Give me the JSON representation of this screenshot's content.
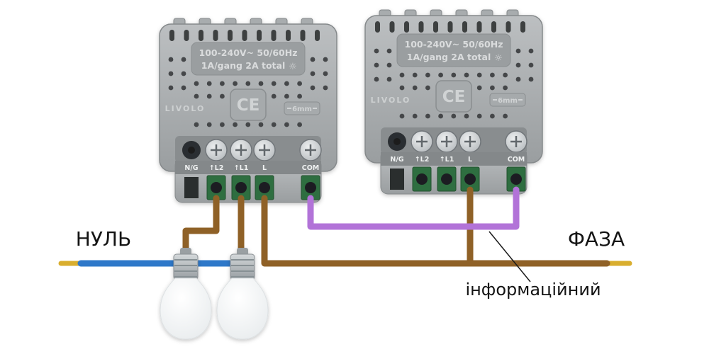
{
  "labels": {
    "neutral": "НУЛЬ",
    "phase": "ФАЗА",
    "info": "інформаційний"
  },
  "modules": [
    {
      "brand": "LIVOLO",
      "spec_line1": "100-240V~ 50/60Hz",
      "spec_line2": "1A/gang 2A total",
      "sun_icon": "☼",
      "ce_mark": "CE",
      "wire_gauge": "6mm",
      "terminals": [
        "N/G",
        "↑L2",
        "↑L1",
        "L",
        "COM"
      ]
    },
    {
      "brand": "LIVOLO",
      "spec_line1": "100-240V~ 50/60Hz",
      "spec_line2": "1A/gang 2A total",
      "sun_icon": "☼",
      "ce_mark": "CE",
      "wire_gauge": "6mm",
      "terminals": [
        "N/G",
        "↑L2",
        "↑L1",
        "L",
        "COM"
      ]
    }
  ],
  "colors": {
    "neutral_wire": "#2e78c9",
    "phase_wire": "#8f6127",
    "info_wire": "#b273d8",
    "bare_tip": "#d9ae2e"
  }
}
